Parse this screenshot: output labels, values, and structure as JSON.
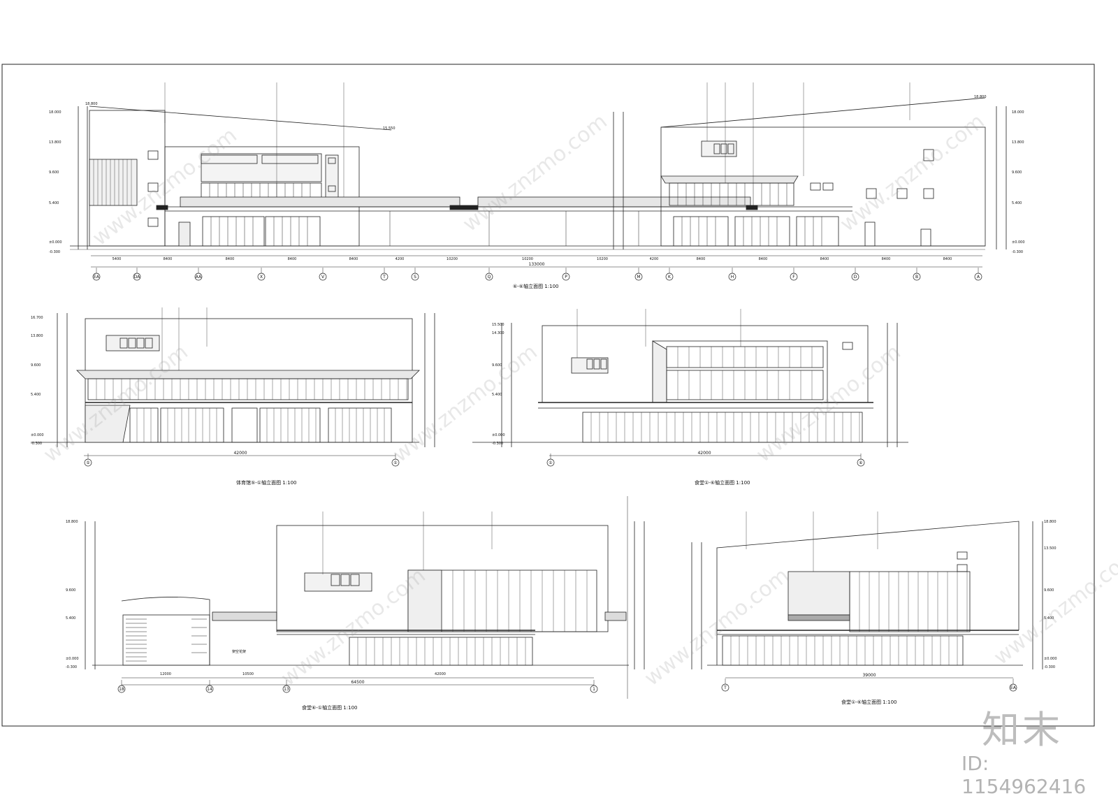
{
  "captions": {
    "elev1": "⑥-⑥轴立面图 1:100",
    "elev2": "体育馆⑤-①轴立面图 1:100",
    "elev3": "食堂①-⑥轴立面图 1:100",
    "elev4": "食堂⑥-①轴立面图 1:100",
    "elev5": "食堂①-⑥轴立面图 1:100"
  },
  "elev1": {
    "axes": [
      "EA",
      "DA",
      "AA",
      "X",
      "V",
      "T",
      "S",
      "Q",
      "P",
      "M",
      "K",
      "H",
      "F",
      "D",
      "B",
      "A"
    ],
    "spans": [
      "5400",
      "8400",
      "8400",
      "8400",
      "8400",
      "4200",
      "10200",
      "10200",
      "10200",
      "4200",
      "8400",
      "8400",
      "8400",
      "8400",
      "8400"
    ],
    "total": "133000",
    "levels_left": [
      "18.000",
      "13.800",
      "9.600",
      "5.400",
      "±0.000",
      "-0.300"
    ],
    "levels_right": [
      "18.000",
      "13.800",
      "9.600",
      "5.400",
      "±0.000",
      "-0.300"
    ],
    "roof_left": "18.800",
    "roof_right": "18.800",
    "roof_mid": "15.550"
  },
  "elev2": {
    "axes": [
      "⑤",
      "①"
    ],
    "total": "42000",
    "levels": [
      "16.700",
      "13.800",
      "9.600",
      "5.400",
      "±0.000",
      "-0.300"
    ]
  },
  "elev3": {
    "axes": [
      "①",
      "⑥"
    ],
    "total": "42000",
    "levels": [
      "15.500",
      "14.300",
      "9.600",
      "5.400",
      "±0.000",
      "-0.300"
    ]
  },
  "elev4": {
    "axes": [
      "18",
      "14",
      "13",
      "1"
    ],
    "spans": [
      "12000",
      "10500",
      "42000"
    ],
    "total": "64500",
    "levels": [
      "18.800",
      "9.600",
      "5.400",
      "±0.000",
      "-0.300"
    ],
    "tag": "架空花架"
  },
  "elev5": {
    "axes": [
      "T",
      "EA"
    ],
    "total": "39000",
    "levels": [
      "18.800",
      "13.500",
      "9.600",
      "5.400",
      "±0.000",
      "-0.300"
    ]
  },
  "watermark": "www.znzmo.com",
  "brand": "知末",
  "drawing_id": "ID: 1154962416"
}
